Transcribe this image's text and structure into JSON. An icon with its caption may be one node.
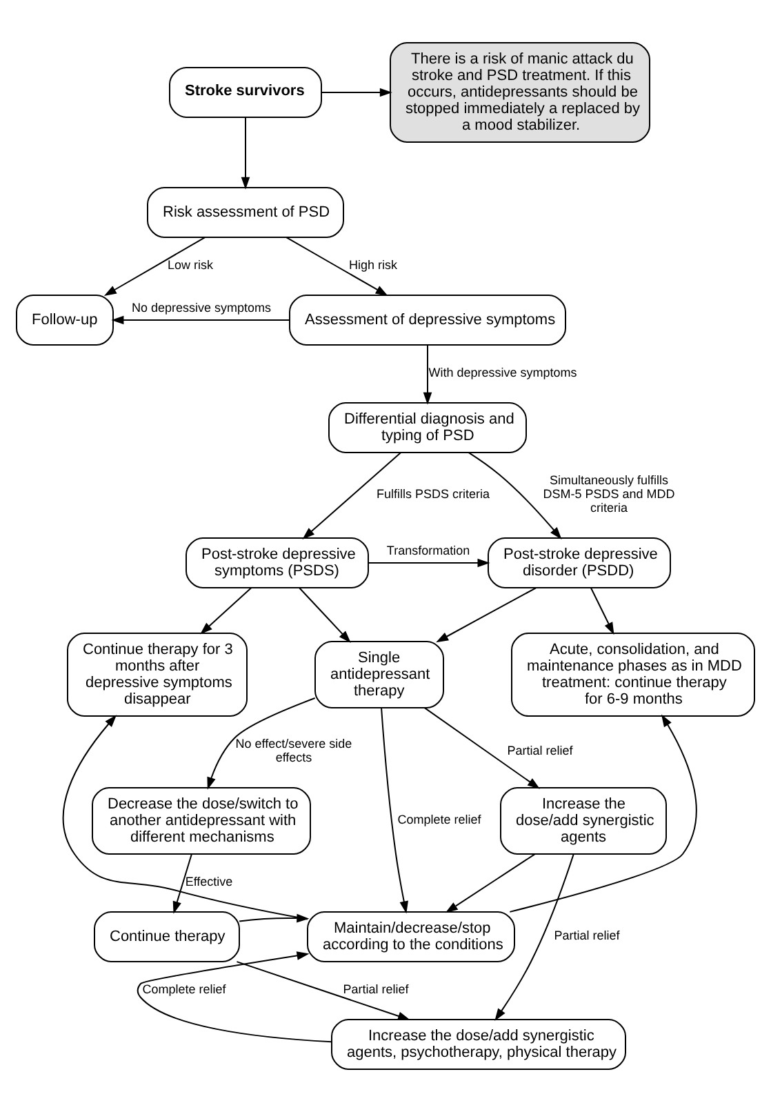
{
  "diagram": {
    "nodes": [
      {
        "text": [
          "Stroke survivors"
        ]
      },
      {
        "text": [
          "There is a risk of manic attack du stroke and PSD treatment. If this occurs, antidepressants should be stopped immediately a replaced by a mood stabilizer."
        ]
      },
      {
        "text": [
          "Risk assessment of PSD"
        ]
      },
      {
        "text": [
          "Follow-up"
        ]
      },
      {
        "text": [
          "Assessment of depressive symptoms"
        ]
      },
      {
        "text": [
          "Differential diagnosis and typing of PSD"
        ]
      },
      {
        "text": [
          "Post-stroke depressive symptoms (PSDS)"
        ]
      },
      {
        "text": [
          "Post-stroke depressive disorder (PSDD)"
        ]
      },
      {
        "text": [
          "Continue therapy for 3 months after depressive symptoms disappear"
        ]
      },
      {
        "text": [
          "Single antidepressant therapy"
        ]
      },
      {
        "text": [
          "Acute, consolidation, and maintenance phases as in MDD treatment: continue therapy for 6-9 months"
        ]
      },
      {
        "text": [
          "Decrease the dose/switch to another antidepressant with different mechanisms"
        ]
      },
      {
        "text": [
          "Increase the dose/add synergistic agents"
        ]
      },
      {
        "text": [
          "Maintain/decrease/stop according to the conditions"
        ]
      },
      {
        "text": [
          "Continue therapy"
        ]
      },
      {
        "text": [
          "Increase the dose/add synergistic agents, psychotherapy, physical therapy"
        ]
      }
    ],
    "edges": [
      {
        "from": 0,
        "to": 1,
        "arrow": "to"
      },
      {
        "from": 0,
        "to": 2,
        "arrow": "to"
      },
      {
        "from": 2,
        "to": 3,
        "arrow": "to",
        "label": "Low risk"
      },
      {
        "from": 2,
        "to": 4,
        "arrow": "to",
        "label": "High risk"
      },
      {
        "from": 4,
        "to": 3,
        "arrow": "to",
        "label": "No depressive symptoms"
      },
      {
        "from": 4,
        "to": 5,
        "arrow": "to",
        "label": "With depressive symptoms"
      },
      {
        "from": 5,
        "to": 6,
        "arrow": "to",
        "label": "Fulfills PSDS criteria"
      },
      {
        "from": 5,
        "to": 7,
        "arrow": "to",
        "label": "Simultaneously fulfills DSM-5 PSDS and MDD criteria"
      },
      {
        "from": 6,
        "to": 7,
        "arrow": "to",
        "label": "Transformation"
      },
      {
        "from": 6,
        "to": 8,
        "arrow": "to"
      },
      {
        "from": 6,
        "to": 9,
        "arrow": "to"
      },
      {
        "from": 7,
        "to": 9,
        "arrow": "to"
      },
      {
        "from": 7,
        "to": 10,
        "arrow": "to"
      },
      {
        "from": 9,
        "to": 11,
        "arrow": "to",
        "label": "No effect/severe side effects"
      },
      {
        "from": 9,
        "to": 12,
        "arrow": "to",
        "label": "Partial relief"
      },
      {
        "from": 9,
        "to": 13,
        "arrow": "to",
        "label": "Complete relief"
      },
      {
        "from": 13,
        "to": 8,
        "arrow": "to"
      },
      {
        "from": 13,
        "to": 10,
        "arrow": "to"
      },
      {
        "from": 11,
        "to": 14,
        "arrow": "to",
        "label": "Effective"
      },
      {
        "from": 14,
        "to": 15,
        "arrow": "to",
        "label": "Partial relief"
      },
      {
        "from": 12,
        "to": 15,
        "arrow": "to",
        "label": "Partial relief"
      },
      {
        "from": 14,
        "to": 13,
        "arrow": "to"
      },
      {
        "from": 12,
        "to": 13,
        "arrow": "to"
      },
      {
        "from": 15,
        "to": 13,
        "arrow": "to",
        "label": "Complete relief"
      }
    ]
  }
}
